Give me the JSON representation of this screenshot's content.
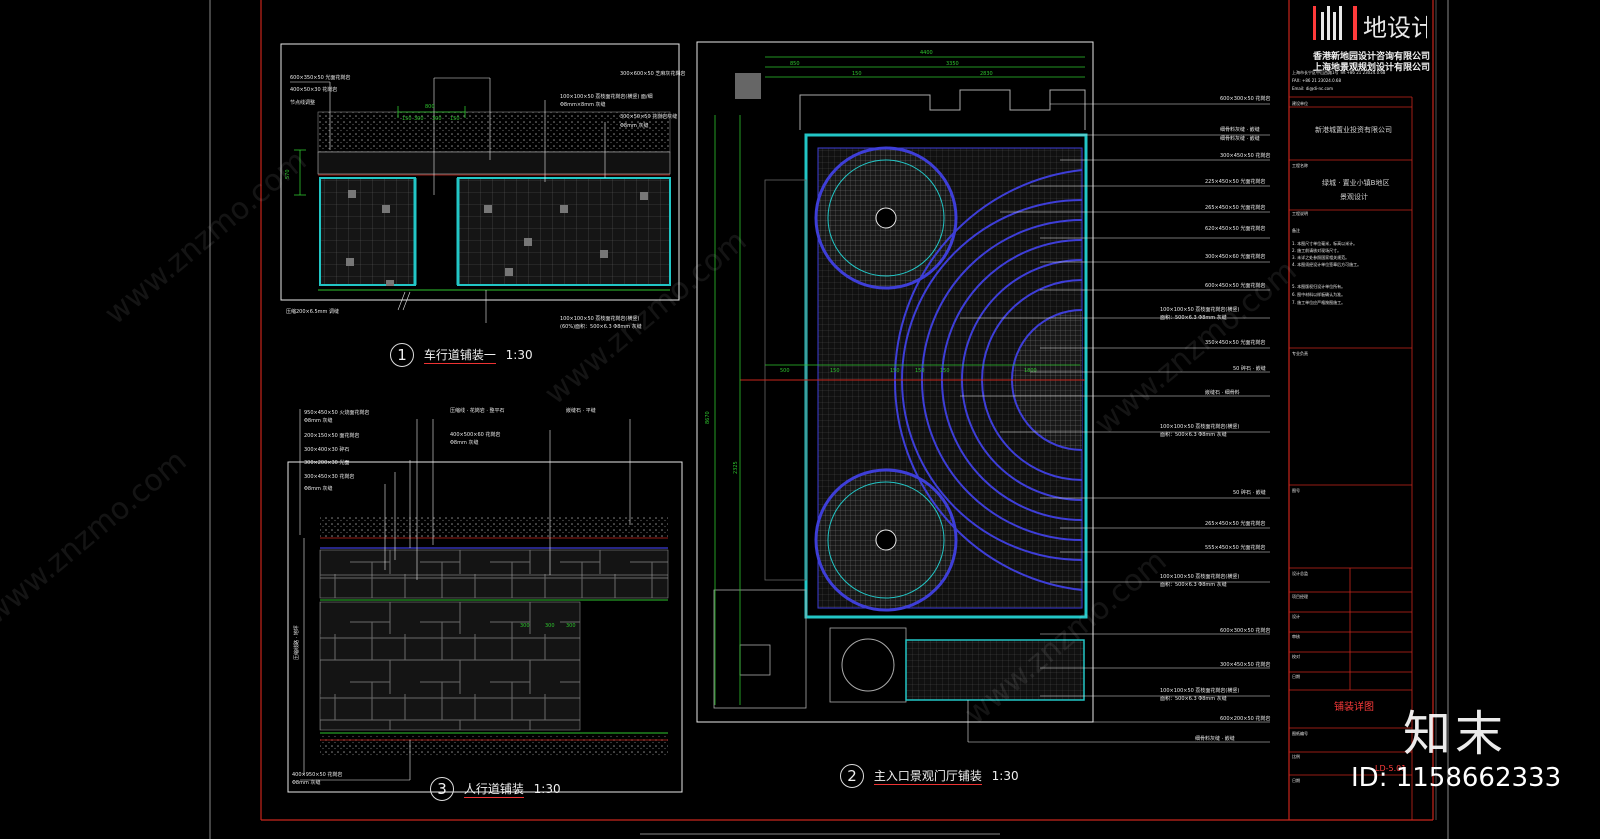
{
  "title_block": {
    "logo_text": "地设计",
    "company_1": "香港新地园设计咨询有限公司",
    "company_2": "上海地景观规划设计有限公司",
    "client": "新港城置业投资有限公司",
    "project_1": "绿城 · 置业小镇B地区",
    "project_2": "景观设计",
    "sheet_title": "铺装详图",
    "drawing_no": "LD-5.01"
  },
  "details": {
    "d1": {
      "number": "1",
      "title": "车行道铺装一",
      "scale": "1:30"
    },
    "d2": {
      "number": "2",
      "title": "主入口景观门厅铺装",
      "scale": "1:30"
    },
    "d3": {
      "number": "3",
      "title": "人行道铺装",
      "scale": "1:30"
    }
  },
  "dimensions": {
    "d2_top": [
      "4400",
      "850",
      "150",
      "3350",
      "2830"
    ],
    "d2_side": [
      "8670",
      "2325"
    ],
    "d2_mid": [
      "500",
      "150",
      "150",
      "150",
      "150",
      "1800"
    ],
    "d1_top": [
      "800",
      "150",
      "300",
      "300",
      "150"
    ],
    "d1_side": [
      "570"
    ],
    "d3": [
      "300",
      "300",
      "300"
    ]
  },
  "watermark": {
    "brand": "知末",
    "id_text": "ID: 1158662333",
    "diagonal": "www.znzmo.com"
  },
  "colors": {
    "border": "#c8261c",
    "cyan": "#22c6c6",
    "blue": "#3e3ed8",
    "green": "#2ec42e",
    "white": "#e8e8e8"
  }
}
